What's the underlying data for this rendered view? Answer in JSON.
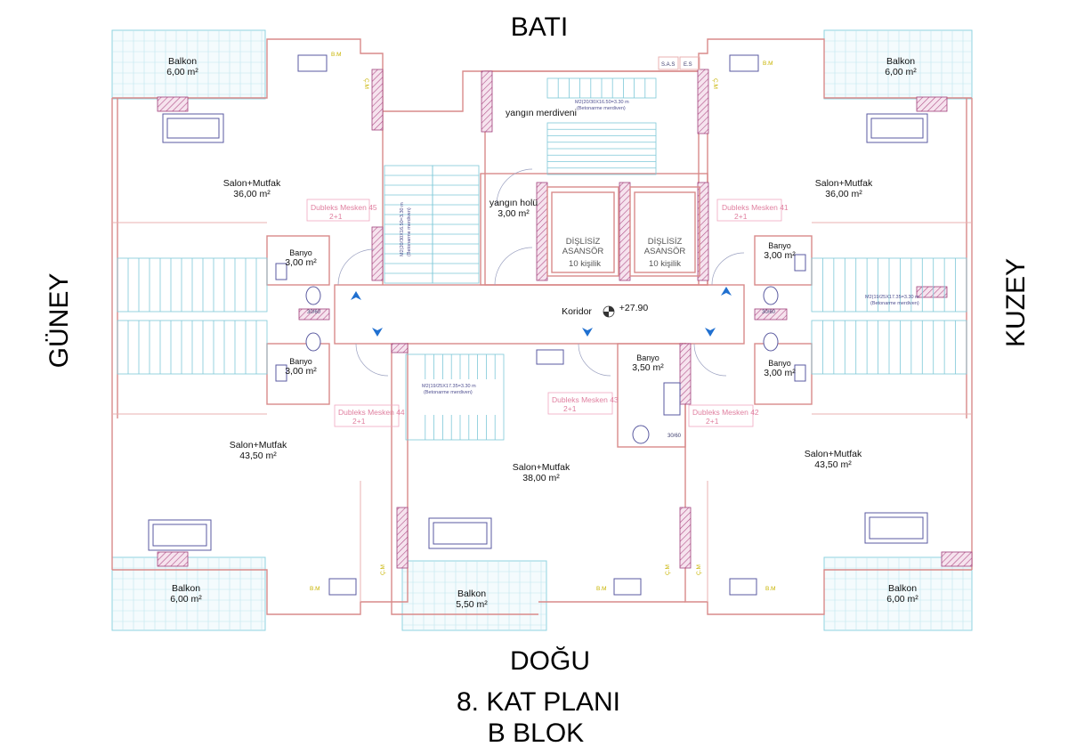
{
  "compass": {
    "top": "BATI",
    "bottom": "DOĞU",
    "left": "GÜNEY",
    "right": "KUZEY"
  },
  "plan_title": {
    "line1": "8. KAT PLANI",
    "line2": "B BLOK"
  },
  "rooms": {
    "balkon_tl": {
      "name": "Balkon",
      "area": "6,00 m²"
    },
    "balkon_tr": {
      "name": "Balkon",
      "area": "6,00 m²"
    },
    "balkon_bl": {
      "name": "Balkon",
      "area": "6,00 m²"
    },
    "balkon_bc": {
      "name": "Balkon",
      "area": "5,50 m²"
    },
    "balkon_br": {
      "name": "Balkon",
      "area": "6,00 m²"
    },
    "salon_tl": {
      "name": "Salon+Mutfak",
      "area": "36,00 m²"
    },
    "salon_tr": {
      "name": "Salon+Mutfak",
      "area": "36,00 m²"
    },
    "salon_bl": {
      "name": "Salon+Mutfak",
      "area": "43,50 m²"
    },
    "salon_bc": {
      "name": "Salon+Mutfak",
      "area": "38,00 m²"
    },
    "salon_br": {
      "name": "Salon+Mutfak",
      "area": "43,50 m²"
    },
    "banyo_tl": {
      "name": "Banyo",
      "area": "3,00 m²"
    },
    "banyo_bl": {
      "name": "Banyo",
      "area": "3,00 m²"
    },
    "banyo_tr": {
      "name": "Banyo",
      "area": "3,00 m²"
    },
    "banyo_br": {
      "name": "Banyo",
      "area": "3,00 m²"
    },
    "banyo_c": {
      "name": "Banyo",
      "area": "3,50 m²"
    },
    "yangin_merdiveni": {
      "name": "yangın merdiveni"
    },
    "yangin_holu": {
      "name": "yangın holü",
      "area": "3,00 m²"
    },
    "koridor": {
      "name": "Koridor",
      "elevation": "+27.90"
    }
  },
  "elevators": [
    {
      "line1": "DİŞLİSİZ",
      "line2": "ASANSÖR",
      "line3": "10 kişilik"
    },
    {
      "line1": "DİŞLİSİZ",
      "line2": "ASANSÖR",
      "line3": "10 kişilik"
    }
  ],
  "units": [
    {
      "name": "Dubleks Mesken 45",
      "type": "2+1"
    },
    {
      "name": "Dubleks Mesken 41",
      "type": "2+1"
    },
    {
      "name": "Dubleks Mesken 44",
      "type": "2+1"
    },
    {
      "name": "Dubleks Mesken 43",
      "type": "2+1"
    },
    {
      "name": "Dubleks Mesken 42",
      "type": "2+1"
    }
  ],
  "stair_notes": {
    "fire_stair": "M2(20/30X16.50=3.30 m",
    "fire_stair_sub": "(Betonarme merdiven)",
    "stair_45": "M2(20/30X16.50=3.30 m",
    "stair_45_sub": "(Betonarme merdiven)",
    "stair_43": "M2(19/25X17.35=3.30 m",
    "stair_43_sub": "(Betonarme merdiven)",
    "stair_41": "M2(19/25X17.35=3.30 m",
    "stair_41_sub": "(Betonarme merdiven)"
  },
  "misc": {
    "bm": "B.M",
    "cm": "Ç.M",
    "sh1": "S.A.S",
    "sh2": "E.S",
    "win": "30/60"
  },
  "colors": {
    "wall": "#d98a8a",
    "balcony": "#8fd3e0",
    "hatch": "#a0407a",
    "unit_label": "#e080a0",
    "arrow": "#2070d0"
  }
}
